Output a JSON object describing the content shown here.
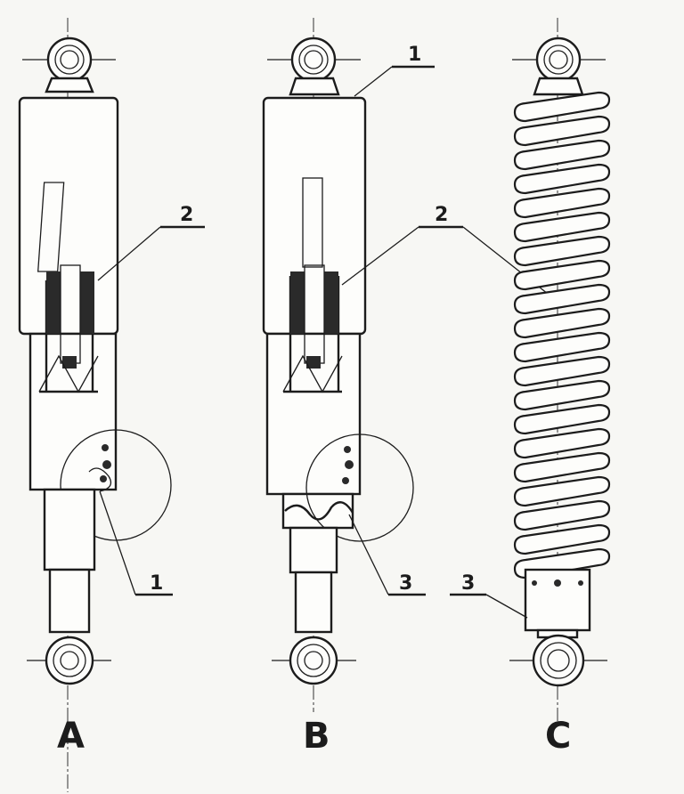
{
  "figure": {
    "views": [
      {
        "id": "A",
        "caption": "A",
        "callouts": [
          "2",
          "1"
        ]
      },
      {
        "id": "B",
        "caption": "B",
        "callouts": [
          "1",
          "2",
          "3"
        ]
      },
      {
        "id": "C",
        "caption": "C",
        "callouts": [
          "2",
          "3"
        ]
      }
    ]
  }
}
